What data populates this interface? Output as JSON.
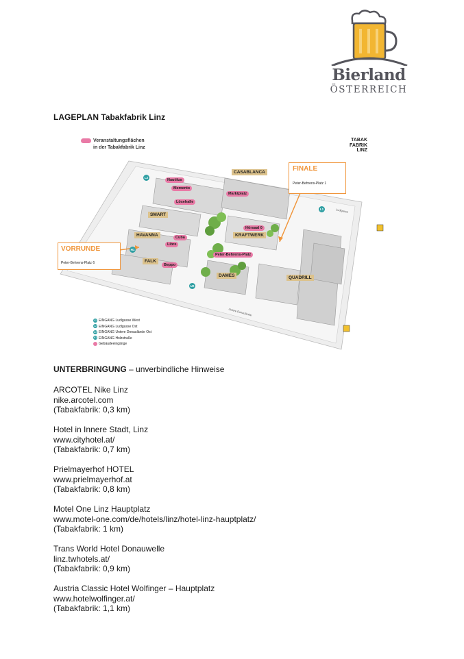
{
  "logo": {
    "brand": "Bierland",
    "country": "ÖSTERREICH"
  },
  "title": "LAGEPLAN Tabakfabrik Linz",
  "map": {
    "legend_line1": "Veranstaltungsflächen",
    "legend_line2": "in der Tabakfabrik Linz",
    "tabakfabrik_logo": [
      "TABAK",
      "FABRIK",
      "LINZ"
    ],
    "finale": {
      "heading": "FINALE",
      "address": "Peter-Behrens-Platz 1"
    },
    "vorrunde": {
      "heading": "VORRUNDE",
      "address": "Peter-Behrens-Platz 6"
    },
    "venues_gold": [
      "CASABLANCA",
      "SMART",
      "HAVANNA",
      "KRAFTWERK",
      "FALK",
      "DAMES",
      "QUADRILL"
    ],
    "venues_pink": [
      "Nautilus",
      "Memento",
      "Lösehalle",
      "Marktplatz",
      "Hörsaal 0",
      "Cuba",
      "Libre",
      "Beppo",
      "Peter-Behrens-Platz"
    ],
    "pins": [
      "L2",
      "L1",
      "H1",
      "U2"
    ],
    "streets": [
      "Ludlgasse",
      "Untere Donaulände"
    ],
    "legend_bottom": [
      {
        "pin": "L1",
        "text": "EINGANG Ludlgasse West"
      },
      {
        "pin": "L2",
        "text": "EINGANG Ludlgasse Ost"
      },
      {
        "pin": "U2",
        "text": "EINGANG Untere Donaulände Ost"
      },
      {
        "pin": "H1",
        "text": "EINGANG Holzstraße"
      },
      {
        "pin": "",
        "text": "Gebäudeeingänge"
      }
    ]
  },
  "accommodation": {
    "heading_bold": "UNTERBRINGUNG",
    "heading_rest": " – unverbindliche Hinweise",
    "hotels": [
      {
        "name": "ARCOTEL Nike Linz",
        "url": "nike.arcotel.com",
        "distance": "(Tabakfabrik: 0,3 km)"
      },
      {
        "name": "Hotel in Innere Stadt, Linz",
        "url": "www.cityhotel.at/",
        "distance": "(Tabakfabrik: 0,7 km)"
      },
      {
        "name": "Prielmayerhof HOTEL",
        "url": "www.prielmayerhof.at",
        "distance": "(Tabakfabrik: 0,8 km)"
      },
      {
        "name": "Motel One Linz Hauptplatz",
        "url": "www.motel-one.com/de/hotels/linz/hotel-linz-hauptplatz/",
        "distance": "(Tabakfabrik: 1 km)"
      },
      {
        "name": "Trans World Hotel Donauwelle",
        "url": "linz.twhotels.at/",
        "distance": "(Tabakfabrik: 0,9 km)"
      },
      {
        "name": "Austria Classic Hotel Wolfinger – Hauptplatz",
        "url": "www.hotelwolfinger.at/",
        "distance": "(Tabakfabrik: 1,1 km)"
      }
    ]
  },
  "colors": {
    "orange": "#f0963c",
    "pink": "#e97aa6",
    "gold": "#dcc28c",
    "teal": "#2f9fa3"
  }
}
